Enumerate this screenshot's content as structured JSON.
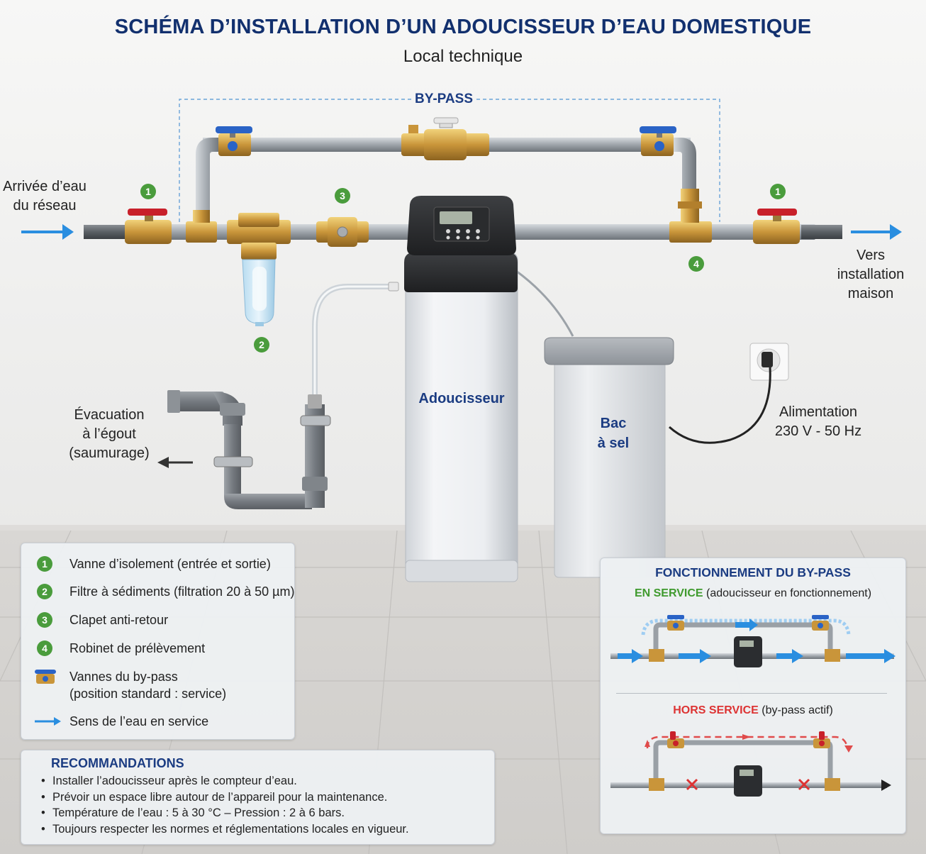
{
  "header": {
    "title": "SCHÉMA D’INSTALLATION D’UN ADOUCISSEUR D’EAU DOMESTIQUE",
    "subtitle": "Local technique"
  },
  "labels": {
    "bypass": "BY-PASS",
    "inlet_line1": "Arrivée d’eau",
    "inlet_line2": "du réseau",
    "outlet_line1": "Vers",
    "outlet_line2": "installation",
    "outlet_line3": "maison",
    "drain_line1": "Évacuation",
    "drain_line2": "à l’égout",
    "drain_line3": "(saumurage)",
    "softener": "Adoucisseur",
    "salt_line1": "Bac",
    "salt_line2": "à sel",
    "power_line1": "Alimentation",
    "power_line2": "230 V - 50 Hz"
  },
  "badges": [
    "1",
    "1",
    "2",
    "3",
    "4"
  ],
  "legend": {
    "items": [
      {
        "number": "1",
        "text": "Vanne d’isolement (entrée et sortie)"
      },
      {
        "number": "2",
        "text": "Filtre à sédiments (filtration 20 à 50 µm)"
      },
      {
        "number": "3",
        "text": "Clapet anti-retour"
      },
      {
        "number": "4",
        "text": "Robinet de prélèvement"
      }
    ],
    "bypass_valves_line1": "Vannes du by-pass",
    "bypass_valves_line2": "(position standard : service)",
    "flow_direction": "Sens de l’eau en service"
  },
  "recommendations": {
    "title": "RECOMMANDATIONS",
    "items": [
      "Installer l’adoucisseur après le compteur d’eau.",
      "Prévoir un espace libre autour de l’appareil pour la maintenance.",
      "Température de l’eau : 5 à 30 °C – Pression : 2 à 6 bars.",
      "Toujours respecter les normes et réglementations locales en vigueur."
    ]
  },
  "bypass_panel": {
    "title": "FONCTIONNEMENT DU BY-PASS",
    "service_label": "EN SERVICE",
    "service_note": "(adoucisseur en fonctionnement)",
    "offservice_label": "HORS SERVICE",
    "offservice_note": "(by-pass actif)"
  },
  "colors": {
    "title_blue": "#12306e",
    "badge_green": "#4a9c3c",
    "flow_blue": "#2a8ee0",
    "alert_red": "#d33"
  }
}
